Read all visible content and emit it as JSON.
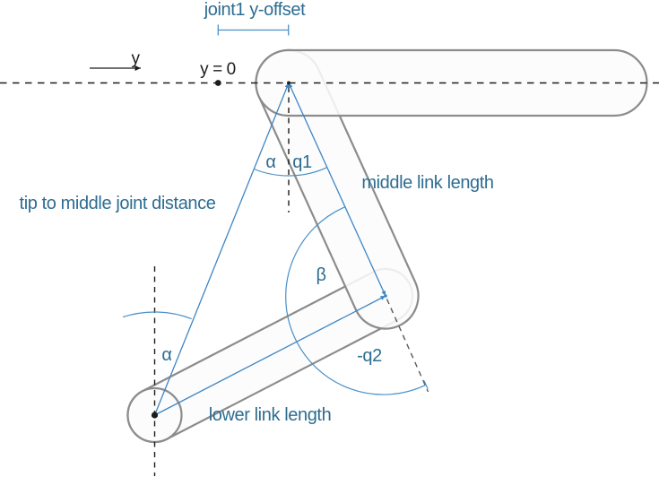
{
  "diagram": {
    "title": "planar arm geometry diagram",
    "labels": {
      "joint1_y_offset": "joint1 y-offset",
      "y_axis": "y",
      "y_zero": "y = 0",
      "alpha_top": "α",
      "q1": "q1",
      "middle_link_length": "middle link length",
      "tip_to_middle_joint_distance": "tip to middle joint distance",
      "beta": "β",
      "alpha_lower": "α",
      "neg_q2": "-q2",
      "lower_link_length": "lower link length"
    },
    "colors": {
      "label_blue": "#2d6d91",
      "measure_blue": "#3e86c5",
      "arc_blue": "#4a90c8",
      "link_gray": "#8c8c8c",
      "link_fill": "#fbfbfb",
      "dash_black": "#1c1c1c",
      "dash_gray": "#5a5a5a"
    }
  }
}
